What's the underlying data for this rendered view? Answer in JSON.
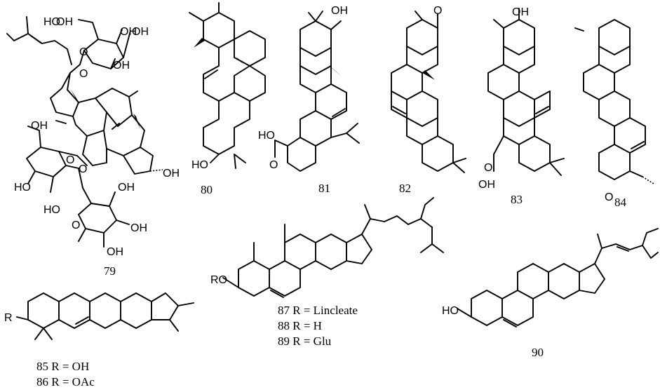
{
  "figure": {
    "compounds": [
      {
        "number": "79"
      },
      {
        "number": "80"
      },
      {
        "number": "81"
      },
      {
        "number": "82"
      },
      {
        "number": "83"
      },
      {
        "number": "84"
      },
      {
        "number": "90"
      }
    ],
    "captions": {
      "c85": "85 R = OH",
      "c86": "86 R = OAc",
      "c87": "87 R = Lincleate",
      "c88": "88 R = H",
      "c89": "89 R = Glu"
    },
    "groups": {
      "oh": "OH",
      "ho": "HO",
      "o": "O",
      "ro": "RO",
      "r": "R"
    }
  }
}
